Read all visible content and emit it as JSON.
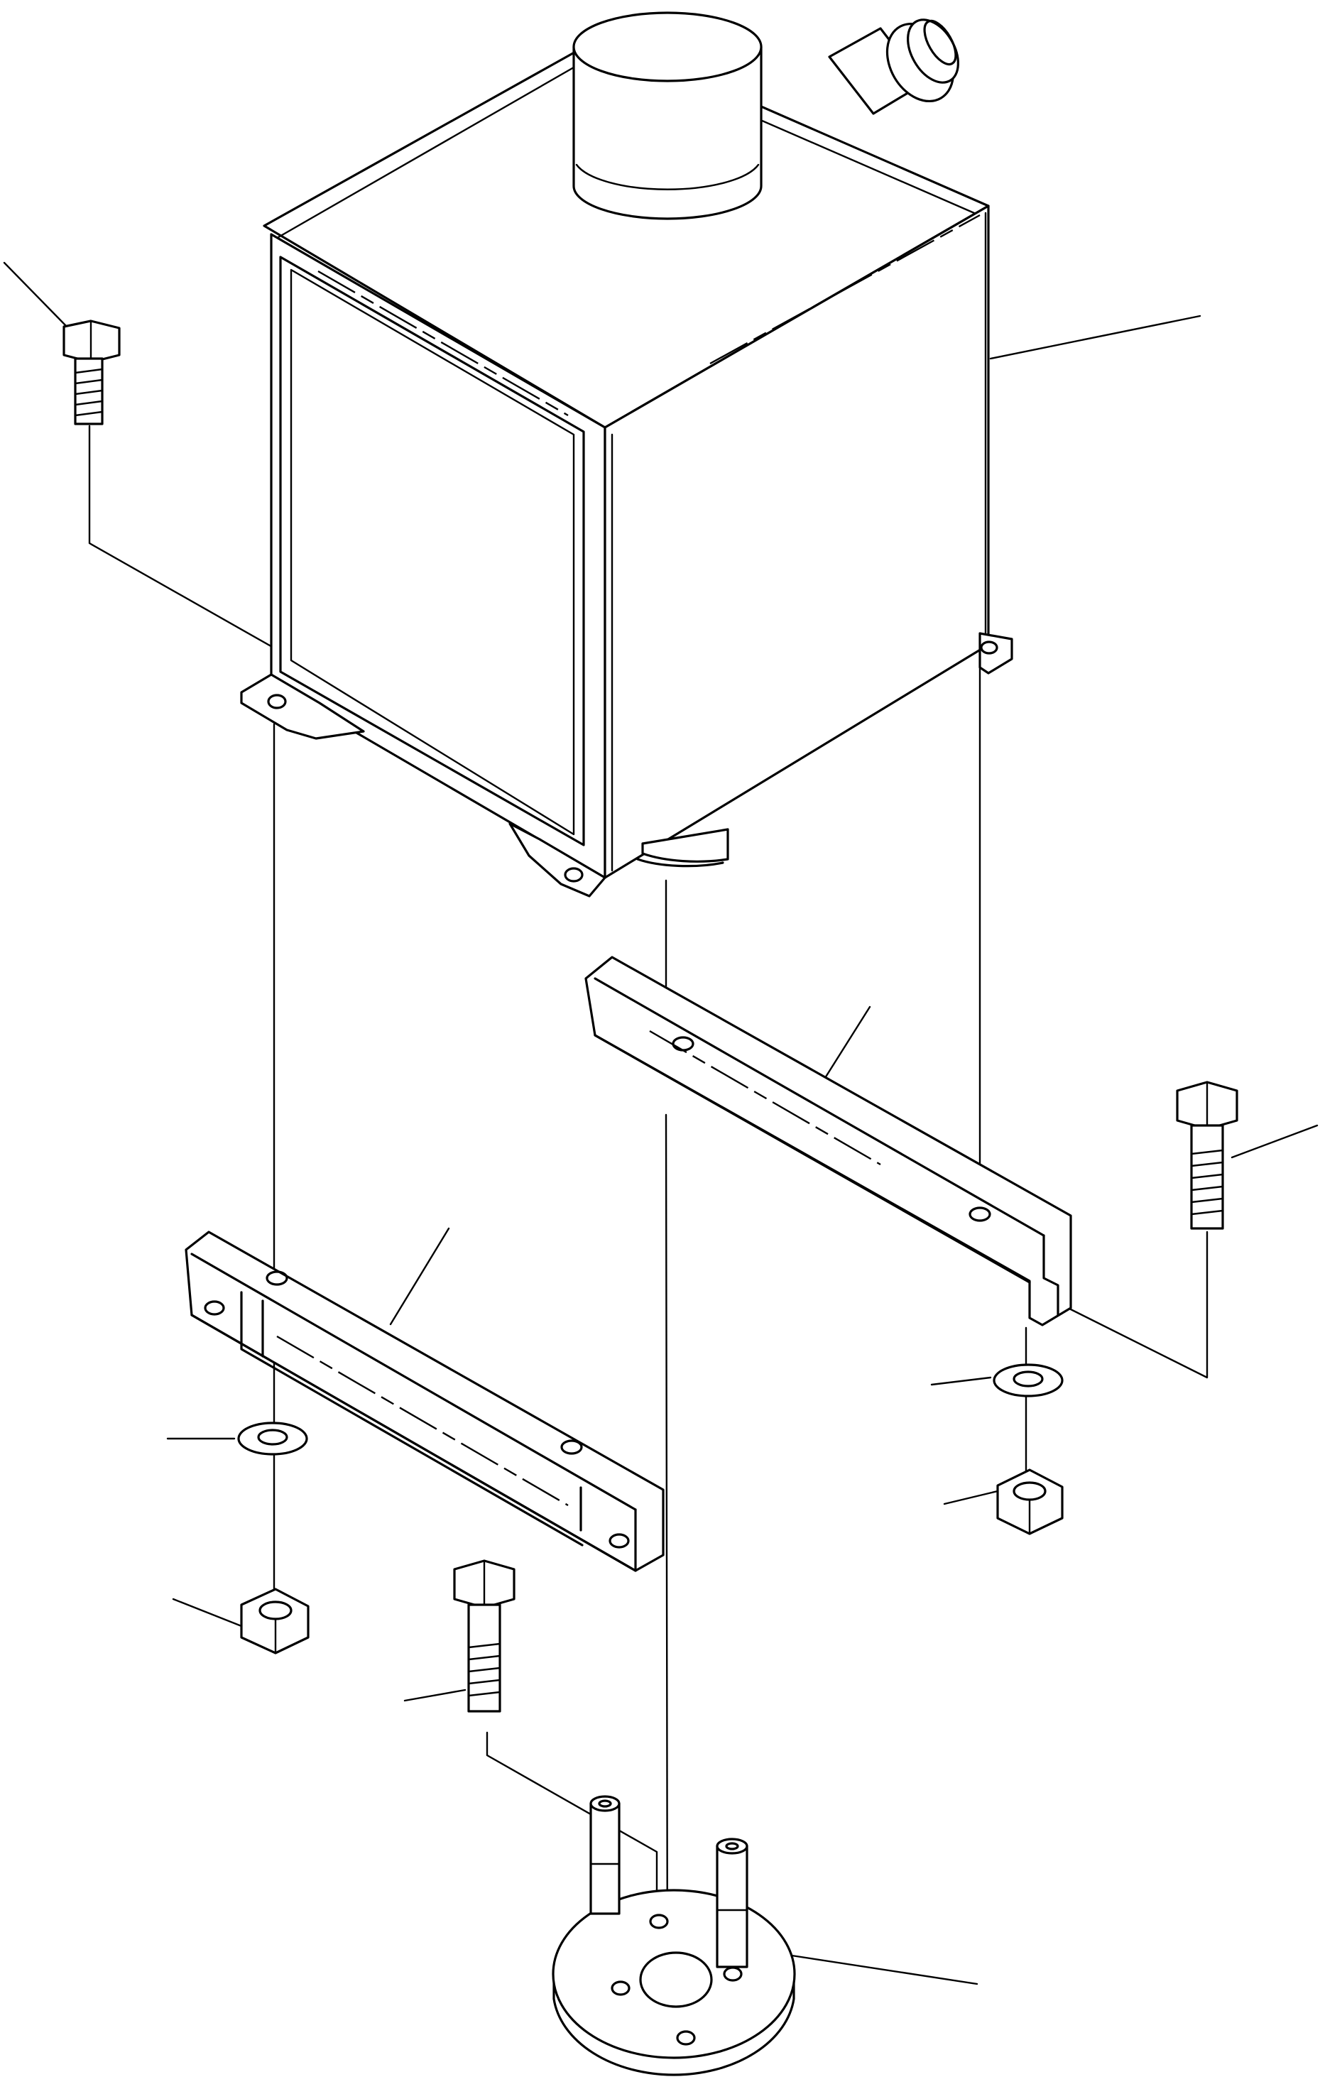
{
  "diagram": {
    "style": "exploded-isometric-line-drawing",
    "line_color": "#000000",
    "background_color": "#ffffff",
    "parts": [
      {
        "id": "tank",
        "shape": "rectangular box with top cylindrical cap and side elbow pipe"
      },
      {
        "id": "mount-bracket-right",
        "shape": "channel"
      },
      {
        "id": "mount-bracket-left",
        "shape": "channel"
      },
      {
        "id": "bolt-upper-left",
        "shape": "hex bolt"
      },
      {
        "id": "bolt-right",
        "shape": "hex bolt"
      },
      {
        "id": "bolt-lower",
        "shape": "hex bolt"
      },
      {
        "id": "washer-left",
        "shape": "flat washer"
      },
      {
        "id": "washer-right",
        "shape": "flat washer"
      },
      {
        "id": "nut-left",
        "shape": "hex nut"
      },
      {
        "id": "nut-right",
        "shape": "hex nut"
      },
      {
        "id": "flange",
        "shape": "round flange with two studs"
      }
    ]
  }
}
